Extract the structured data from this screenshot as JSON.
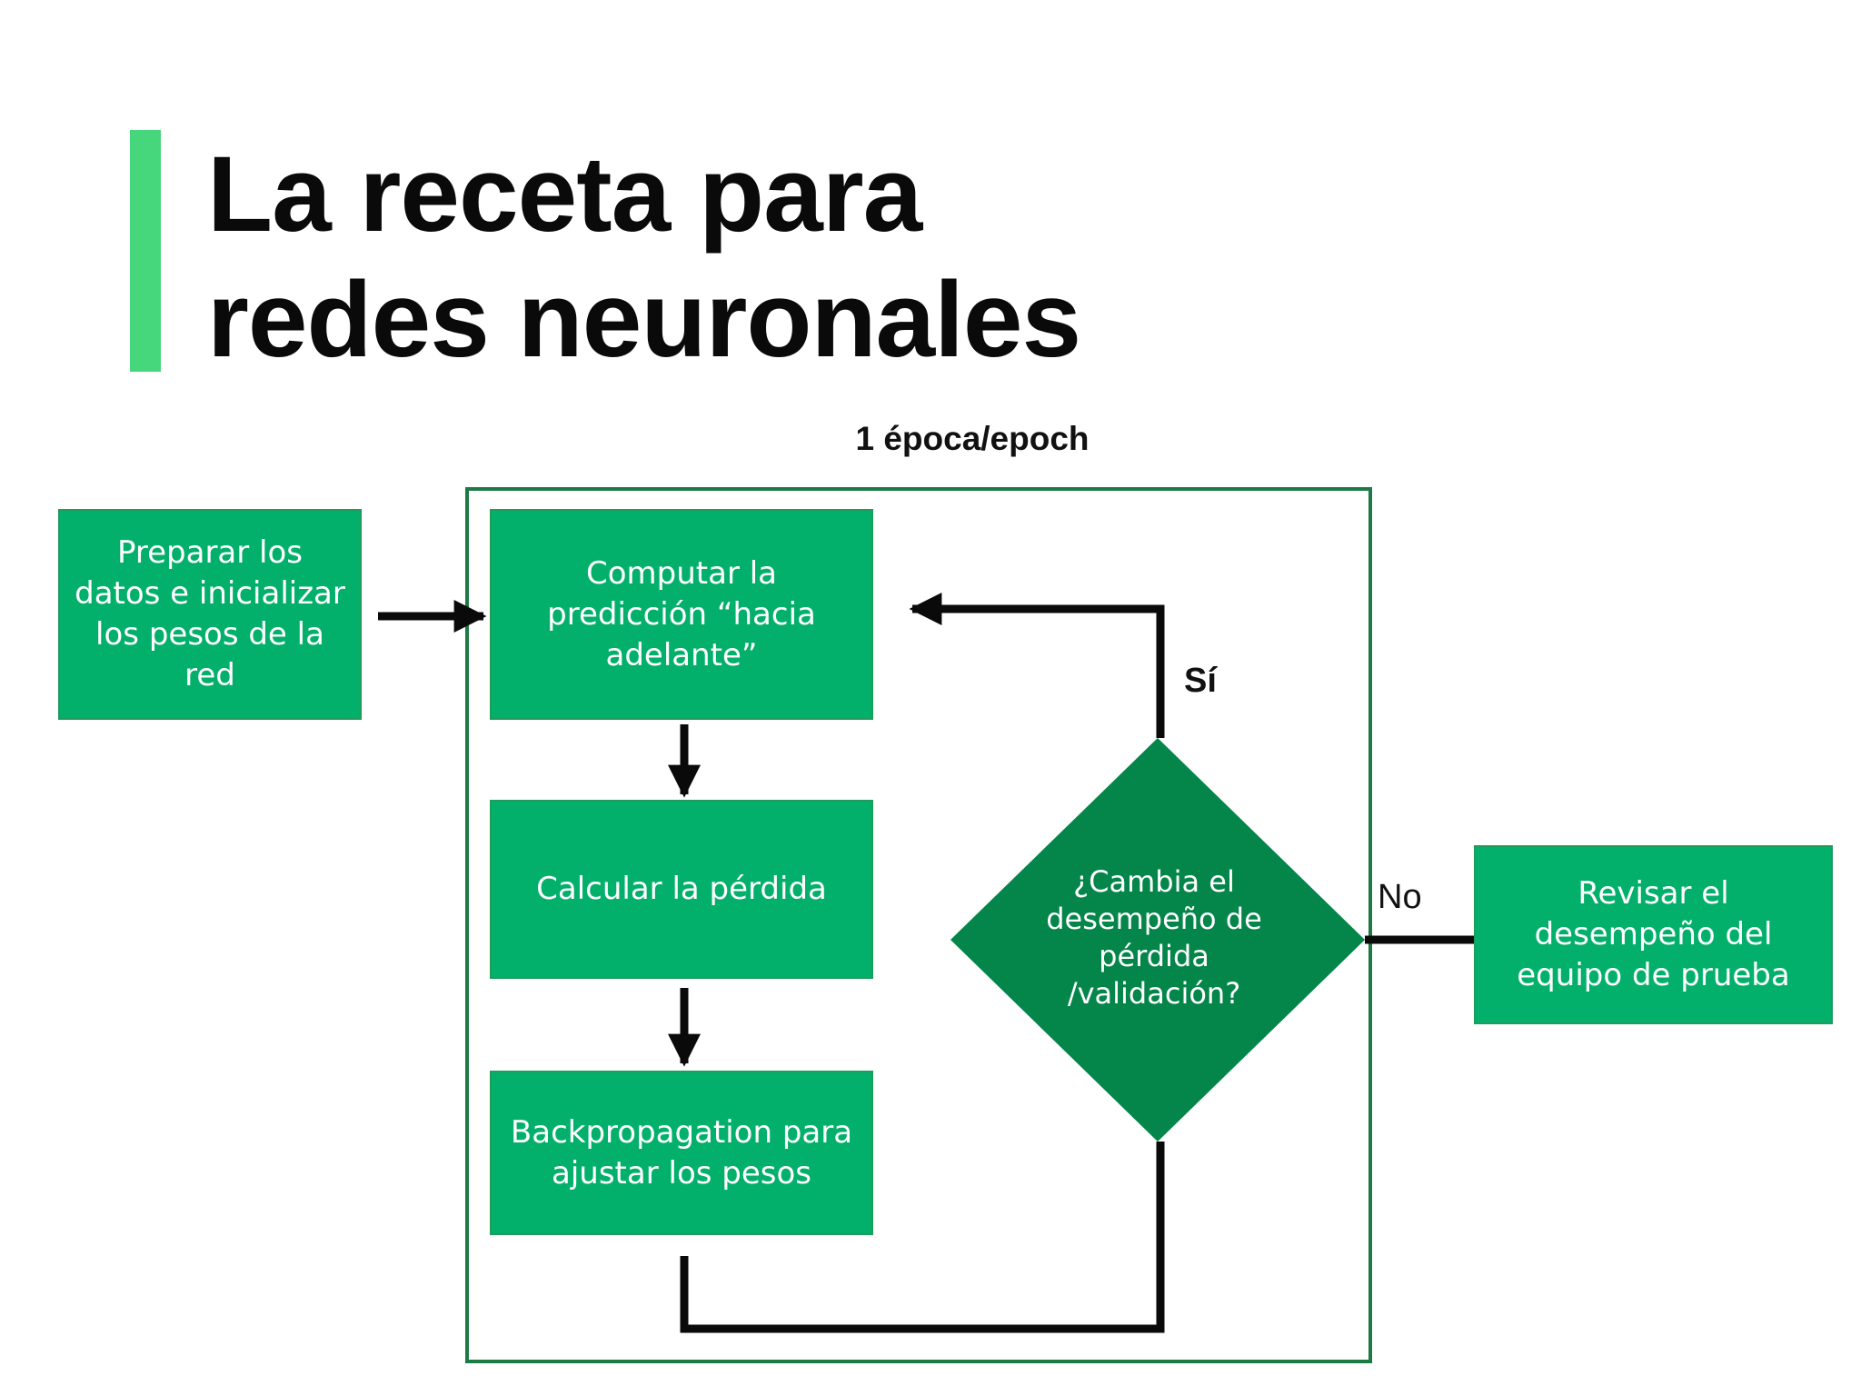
{
  "title": {
    "line1": "La receta para",
    "line2": "redes neuronales"
  },
  "epoch_label": "1 época/epoch",
  "nodes": {
    "prepare": "Preparar los datos e inicializar los pesos de la red",
    "forward": "Computar la predicción “hacia adelante”",
    "loss": "Calcular la pérdida",
    "backprop": "Backpropagation para ajustar los pesos",
    "decision": "¿Cambia el desempeño de pérdida /validación?",
    "review": "Revisar el desempeño del equipo de prueba"
  },
  "edge_labels": {
    "yes": "Sí",
    "no": "No"
  },
  "colors": {
    "accent": "#46d67c",
    "box_fill": "#03b06b",
    "decision_fill": "#04854a",
    "frame": "#1e7a45",
    "arrow": "#0a0a0a"
  }
}
